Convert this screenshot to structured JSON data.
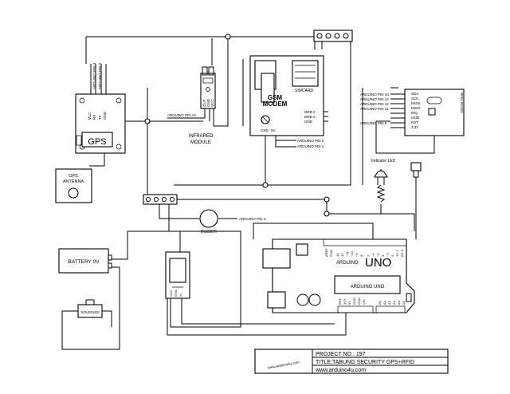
{
  "gps": {
    "label": "GPS",
    "pins": [
      "VCC",
      "RX",
      "TX",
      "GND"
    ],
    "arduino_pin_3": "ARDUINO PIN 3",
    "arduino_pin_2": "ARDUINO PIN 2"
  },
  "gps_antenna": {
    "line1": "GPS",
    "line2": "ANTENNA"
  },
  "infrared": {
    "line1": "INFRARED",
    "line2": "MODULE",
    "pins": [
      "OUT",
      "GND",
      "VCC"
    ],
    "arduino_pin": "ARDUINO PIN A0"
  },
  "gsm": {
    "line1": "GSM",
    "line2": "MODEM",
    "simcard": "SIMCARD",
    "pins_right": [
      "DRB-2",
      "DRB-3",
      "GND"
    ],
    "pins_bottom": [
      "GND",
      "5V"
    ],
    "arduino_pin_0": "ARDUINO PIN 0",
    "arduino_pin_1": "ARDUINO PIN 1"
  },
  "rfid": {
    "label": "RFID RC522",
    "pins": [
      "SDA",
      "SCK",
      "MOSI",
      "MISO",
      "IRQ",
      "GND",
      "RST",
      "3.3V"
    ],
    "arduino_pins": [
      "ARDUINO PIN 10",
      "ARDUINO PIN 13",
      "ARDUINO PIN 12",
      "ARDUINO PIN 11",
      "ARDUINO PIN 9"
    ]
  },
  "indicator_led": "Indicator LED",
  "buzzer": {
    "label": "BUZZER",
    "arduino_pin": "ARDUINO PIN 4"
  },
  "battery": "BATTERY 9V",
  "solenoid": "SOLENOID",
  "arduino": {
    "uno": "UNO",
    "label": "ARDUINO",
    "chip": "ARDUINO UNO",
    "aref": "AREF",
    "gnd": "GND",
    "digital_pins": [
      "13",
      "12",
      "~11",
      "~10",
      "~9",
      "8",
      "7",
      "~6",
      "~5",
      "4",
      "~3",
      "2",
      "TX 1",
      "RX 0"
    ],
    "power_pins": [
      "RST",
      "3V3",
      "5V",
      "GND",
      "GND",
      "VIN"
    ],
    "analog_pins": [
      "A0",
      "A1",
      "A2",
      "A3",
      "A4",
      "A5"
    ]
  },
  "title_block": {
    "logo": "www.arduino4u.com",
    "project": "PROJECT NO : 197",
    "title": "TITLE:TABUNG SECURITY GPS+RFID",
    "url": "www.arduino4u.com"
  }
}
